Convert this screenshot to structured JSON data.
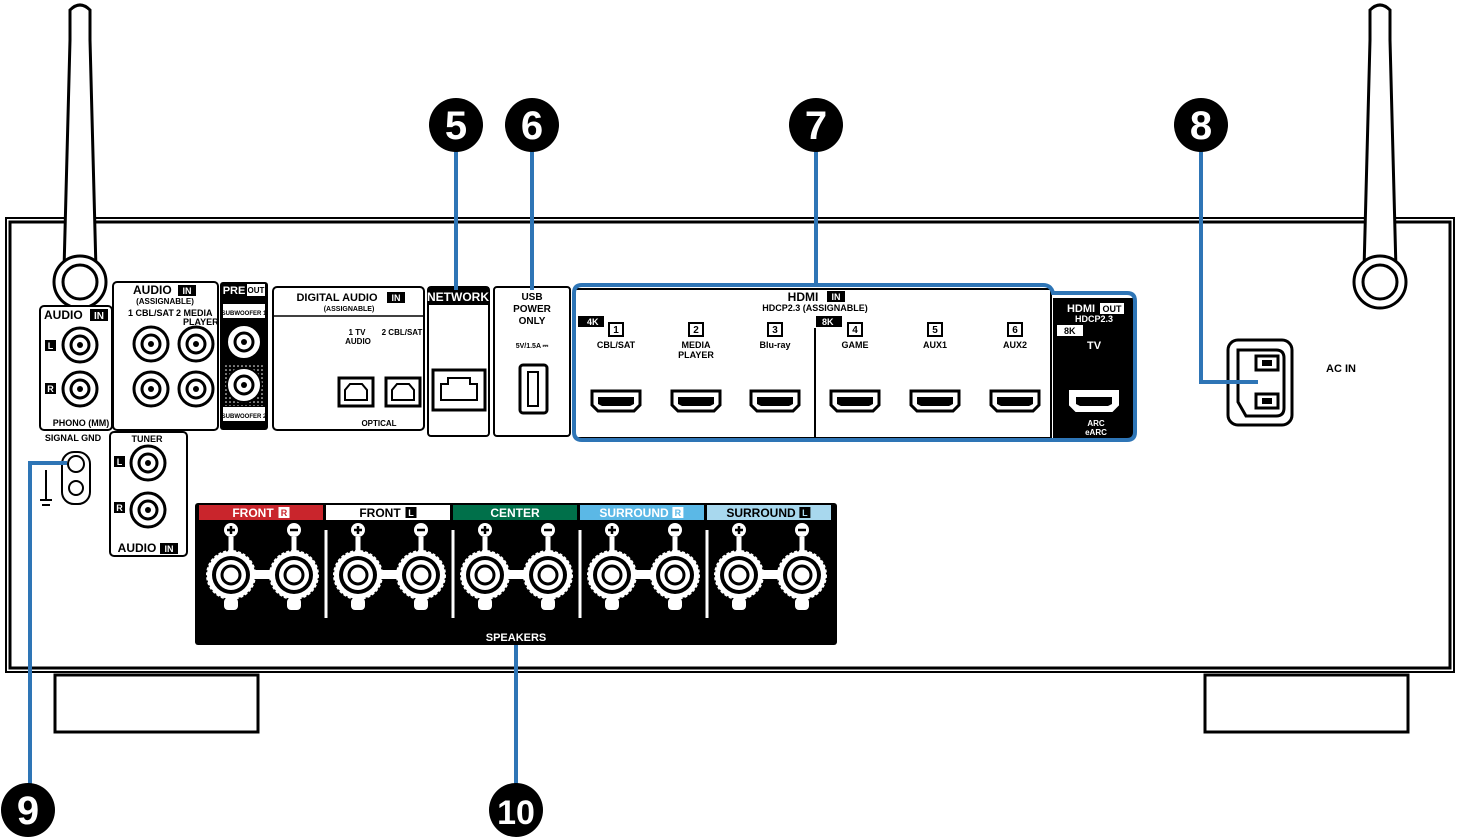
{
  "callouts": [
    "5",
    "6",
    "7",
    "8",
    "9",
    "10"
  ],
  "colors": {
    "callout_line": "#2e75b6",
    "front_r": "#c9252c",
    "center": "#00704a",
    "surround_r": "#5bb8e6",
    "surround_l": "#a8d8ee",
    "panel": "#000000"
  },
  "audio_in": {
    "title": "AUDIO",
    "tag": "IN",
    "l": "L",
    "r": "R",
    "label": "PHONO (MM)",
    "signal_gnd": "SIGNAL GND"
  },
  "audio_in2": {
    "title": "AUDIO",
    "tag": "IN",
    "sub": "(ASSIGNABLE)",
    "ch1": "1 CBL/SAT",
    "ch2": "2  MEDIA",
    "ch2b": "PLAYER"
  },
  "preout": {
    "title": "PRE",
    "tag": "OUT",
    "sub1": "SUBWOOFER 1",
    "sub2": "SUBWOOFER 2"
  },
  "digital": {
    "title": "DIGITAL AUDIO",
    "tag": "IN",
    "sub": "(ASSIGNABLE)",
    "ch1a": "1   TV",
    "ch1b": "AUDIO",
    "ch2": "2 CBL/SAT",
    "label": "OPTICAL"
  },
  "network": {
    "title": "NETWORK"
  },
  "usb": {
    "l1": "USB",
    "l2": "POWER",
    "l3": "ONLY",
    "rating": "5V/1.5A ⎓"
  },
  "hdmi_in": {
    "title": "HDMI",
    "tag": "IN",
    "sub": "HDCP2.3  (ASSIGNABLE)",
    "badge4k": "4K",
    "badge8k": "8K",
    "ports": [
      {
        "num": "1",
        "name": "CBL/SAT"
      },
      {
        "num": "2",
        "name": "MEDIA",
        "name2": "PLAYER"
      },
      {
        "num": "3",
        "name": "Blu-ray"
      },
      {
        "num": "4",
        "name": "GAME"
      },
      {
        "num": "5",
        "name": "AUX1"
      },
      {
        "num": "6",
        "name": "AUX2"
      }
    ]
  },
  "hdmi_out": {
    "title": "HDMI",
    "tag": "OUT",
    "sub": "HDCP2.3",
    "badge": "8K",
    "name": "TV",
    "arc": "ARC",
    "earc": "eARC"
  },
  "tuner": {
    "title": "TUNER",
    "l": "L",
    "r": "R",
    "footer": "AUDIO",
    "tag": "IN"
  },
  "speakers": {
    "label": "SPEAKERS",
    "groups": [
      {
        "name": "FRONT",
        "tag": "R"
      },
      {
        "name": "FRONT",
        "tag": "L"
      },
      {
        "name": "CENTER",
        "tag": ""
      },
      {
        "name": "SURROUND",
        "tag": "R"
      },
      {
        "name": "SURROUND",
        "tag": "L"
      }
    ]
  },
  "ac": {
    "label": "AC IN"
  }
}
